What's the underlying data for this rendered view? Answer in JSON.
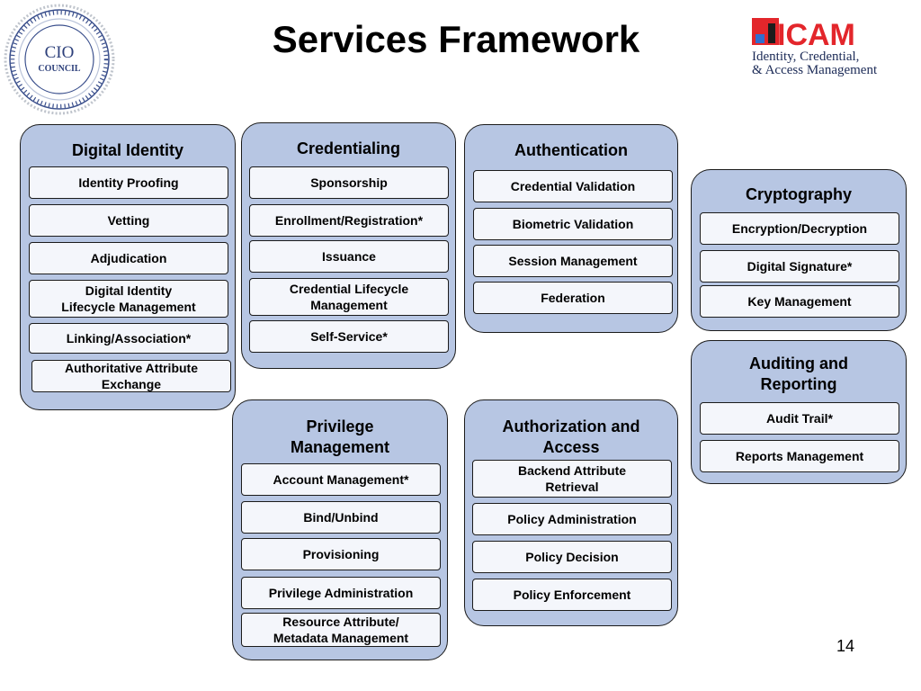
{
  "title": "Services Framework",
  "page_number": "14",
  "logos": {
    "cio_seal": {
      "line1": "CIO",
      "line2": "COUNCIL"
    },
    "icam": {
      "wordmark": "ICAM",
      "tagline_line1": "Identity, Credential,",
      "tagline_line2": "& Access Management"
    }
  },
  "colors": {
    "panel_fill": "#b7c6e3",
    "item_fill": "#f4f6fb",
    "outline": "#1b1b1b",
    "icam_red": "#e3262b",
    "icam_navy": "#1c2b57"
  },
  "panels": {
    "digital_identity": {
      "title": "Digital Identity",
      "items": [
        "Identity Proofing",
        "Vetting",
        "Adjudication",
        "Digital Identity\nLifecycle Management",
        "Linking/Association*",
        "Authoritative Attribute\nExchange"
      ]
    },
    "credentialing": {
      "title": "Credentialing",
      "items": [
        "Sponsorship",
        "Enrollment/Registration*",
        "Issuance",
        "Credential Lifecycle\nManagement",
        "Self-Service*"
      ]
    },
    "authentication": {
      "title": "Authentication",
      "items": [
        "Credential Validation",
        "Biometric Validation",
        "Session Management",
        "Federation"
      ]
    },
    "cryptography": {
      "title": "Cryptography",
      "items": [
        "Encryption/Decryption",
        "Digital Signature*",
        "Key Management"
      ]
    },
    "auditing_reporting": {
      "title": "Auditing and\nReporting",
      "items": [
        "Audit Trail*",
        "Reports Management"
      ]
    },
    "privilege_management": {
      "title": "Privilege\nManagement",
      "items": [
        "Account Management*",
        "Bind/Unbind",
        "Provisioning",
        "Privilege Administration",
        "Resource Attribute/\nMetadata Management"
      ]
    },
    "authorization_access": {
      "title": "Authorization and\nAccess",
      "items": [
        "Backend Attribute\nRetrieval",
        "Policy Administration",
        "Policy Decision",
        "Policy Enforcement"
      ]
    }
  }
}
